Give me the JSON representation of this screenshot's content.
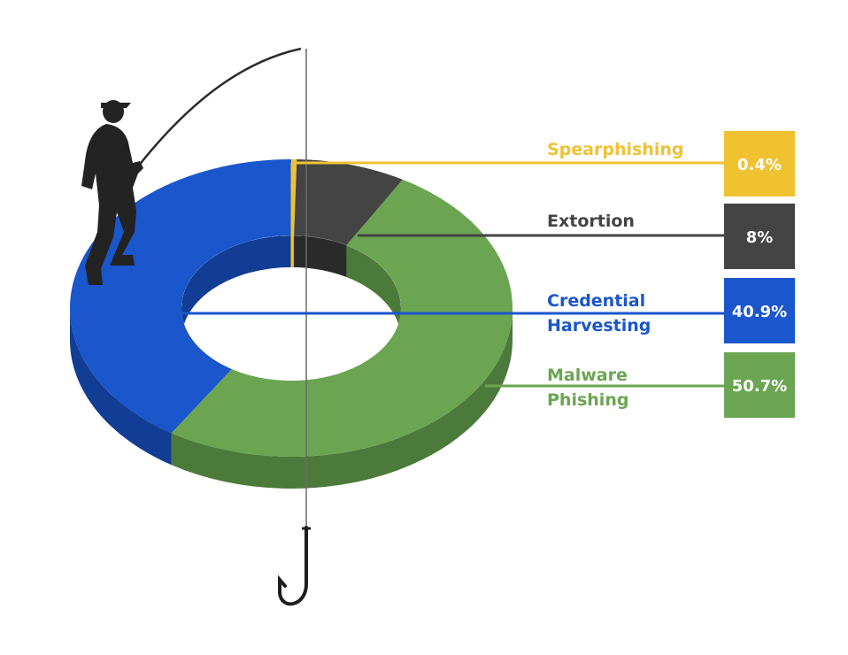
{
  "chart_data": {
    "type": "pie",
    "style": "3d-donut",
    "categories": [
      "Spearphishing",
      "Extortion",
      "Credential Harvesting",
      "Malware Phishing"
    ],
    "values": [
      0.4,
      8,
      40.9,
      50.7
    ],
    "unit": "%",
    "series": [
      {
        "label_lines": [
          "Spearphishing"
        ],
        "value": 0.4,
        "value_label": "0.4%",
        "color": "#f0c232",
        "dark_color": "#c49a20",
        "label_color": "#f0c232"
      },
      {
        "label_lines": [
          "Extortion"
        ],
        "value": 8,
        "value_label": "8%",
        "color": "#444444",
        "dark_color": "#2a2a2a",
        "label_color": "#444444"
      },
      {
        "label_lines": [
          "Credential",
          "Harvesting"
        ],
        "value": 40.9,
        "value_label": "40.9%",
        "color": "#1a56cc",
        "dark_color": "#113d95",
        "label_color": "#1a56cc"
      },
      {
        "label_lines": [
          "Malware",
          "Phishing"
        ],
        "value": 50.7,
        "value_label": "50.7%",
        "color": "#6ba552",
        "dark_color": "#4c7a3a",
        "label_color": "#6ba552"
      }
    ],
    "legend": "right",
    "title": ""
  },
  "decoration": {
    "figure": "fisherman-silhouette-icon",
    "hook": "fishing-hook-icon"
  }
}
